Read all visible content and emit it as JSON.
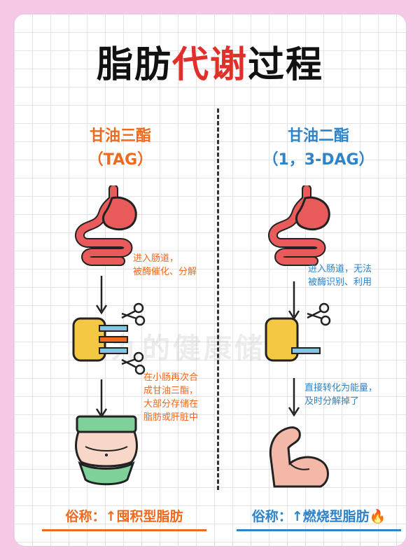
{
  "title": {
    "part1": "脂肪",
    "highlight": "代谢",
    "part2": "过程"
  },
  "left": {
    "name": "甘油三酯",
    "abbr": "（TAG）",
    "note1": [
      "进入肠道，",
      "被酶催化、分解"
    ],
    "note2": [
      "在小肠再次合",
      "成甘油三酯，",
      "大部分存储在",
      "脂肪或肝脏中"
    ],
    "footer": "俗称：↑囤积型脂肪"
  },
  "right": {
    "name": "甘油二酯",
    "abbr": "（1，3-DAG）",
    "note1": [
      "进入肠道，无法",
      "被酶识别、利用"
    ],
    "note2": [
      "直接转化为能量，",
      "及时分解掉了"
    ],
    "footer": "俗称：↑燃烧型脂肪🔥"
  },
  "watermark": "小九的健康储备",
  "colors": {
    "background": "#f6c9e6",
    "orange": "#ee6a1e",
    "blue": "#2f83c9",
    "red": "#e0302a",
    "stomach": "#e95a5a"
  },
  "icons": [
    "stomach-icon",
    "down-arrow-icon",
    "scissors-icon",
    "fat-cell-icon",
    "belly-icon",
    "flexed-arm-icon"
  ]
}
